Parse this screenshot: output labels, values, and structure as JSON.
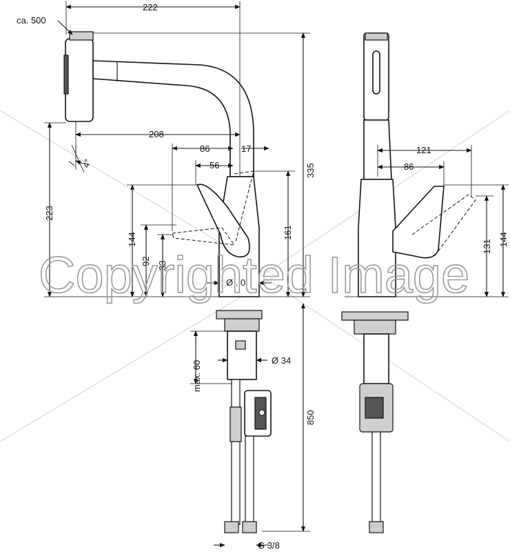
{
  "watermark": "Copyrighted Image",
  "side_view": {
    "dimensions": {
      "hose_length": "ca. 500",
      "total_reach": "222",
      "spout_reach": "208",
      "lever_reach_86": "86",
      "lever_offset_17": "17",
      "lever_reach_56": "56",
      "total_height": "335",
      "spout_height": "223",
      "swivel_angle": "4°",
      "lever_height_144": "144",
      "lever_height_92": "92",
      "lever_height_33": "33",
      "lever_height_161": "161",
      "body_diameter": "Ø ..0",
      "mounting_max": "max. 60",
      "hole_diameter": "Ø 34",
      "hose_total": "850",
      "connection_thread": "G 3/8"
    }
  },
  "front_view": {
    "dimensions": {
      "lever_reach_121": "121",
      "lever_reach_86": "86",
      "lever_height_131": "131",
      "lever_height_144": "144"
    }
  }
}
